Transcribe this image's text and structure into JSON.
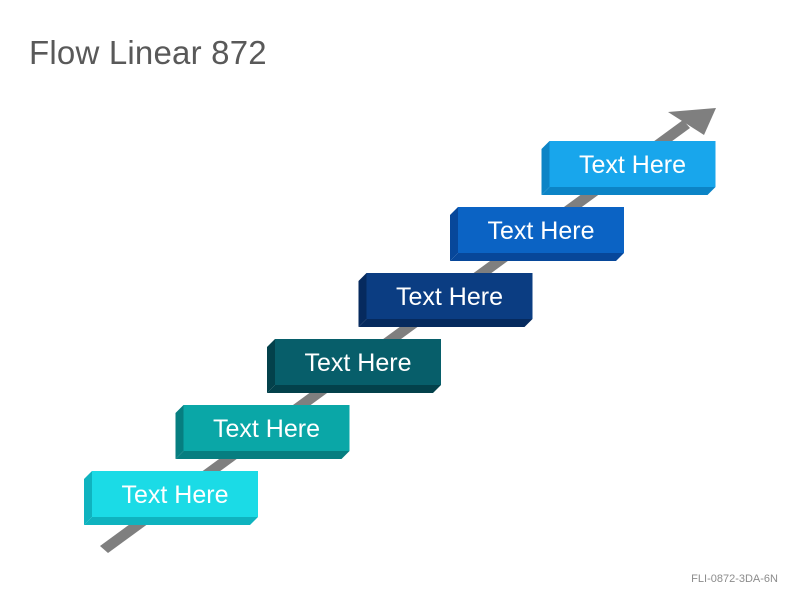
{
  "title": "Flow Linear 872",
  "code": "FLI-0872-3DA-6N",
  "arrow_color": "#7f7f7f",
  "steps": [
    {
      "label": "Text Here",
      "face": "#1bdbe6",
      "edge": "#0fb3bf"
    },
    {
      "label": "Text Here",
      "face": "#0aa7a7",
      "edge": "#067e80"
    },
    {
      "label": "Text Here",
      "face": "#075e6a",
      "edge": "#03414b"
    },
    {
      "label": "Text Here",
      "face": "#0b3d82",
      "edge": "#062a5e"
    },
    {
      "label": "Text Here",
      "face": "#0b63c4",
      "edge": "#07479a"
    },
    {
      "label": "Text Here",
      "face": "#18a6ec",
      "edge": "#0c84c6"
    }
  ]
}
